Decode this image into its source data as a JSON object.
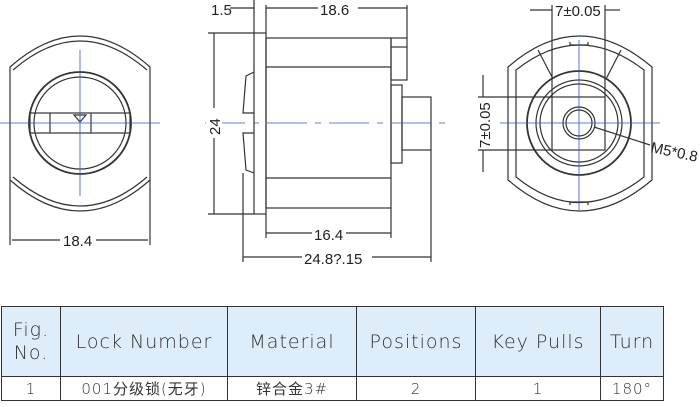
{
  "drawing": {
    "dims": {
      "left_width": "18.4",
      "flange": "1.5",
      "body_top": "18.6",
      "height": "24",
      "body_bottom": "16.4",
      "total_length": "24.8?.15",
      "square_h": "7±0.05",
      "square_v": "7±0.05",
      "thread": "M5*0.8"
    },
    "colors": {
      "line": "#333333",
      "center": "#3355cc",
      "header": "#ddeefa"
    }
  },
  "table": {
    "headers": [
      "Fig.\nNo.",
      "Lock Number",
      "Material",
      "Positions",
      "Key Pulls",
      "Turn"
    ],
    "header_fig_1": "Fig.",
    "header_fig_2": "No.",
    "row": [
      "1",
      "001分级锁(无牙)",
      "锌合金3#",
      "2",
      "1",
      "180°"
    ]
  }
}
